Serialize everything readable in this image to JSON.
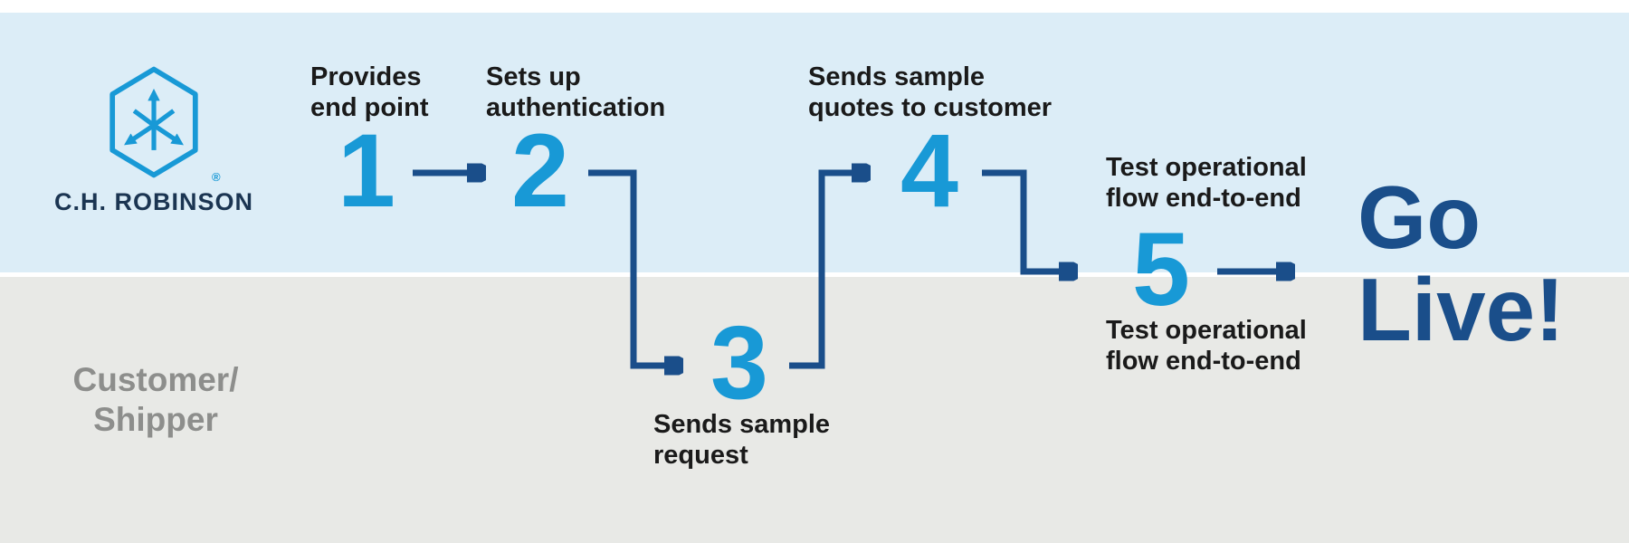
{
  "brand": {
    "wordmark": "C.H. ROBINSON",
    "registered_mark": "®"
  },
  "customer_lane_label": "Customer/\nShipper",
  "steps": [
    {
      "number": "1",
      "label": "Provides\nend point",
      "lane": "C.H. Robinson"
    },
    {
      "number": "2",
      "label": "Sets up\nauthentication",
      "lane": "C.H. Robinson"
    },
    {
      "number": "3",
      "label": "Sends sample\nrequest",
      "lane": "Customer/Shipper"
    },
    {
      "number": "4",
      "label": "Sends sample\nquotes to customer",
      "lane": "C.H. Robinson"
    },
    {
      "number": "5",
      "label_above": "Test operational\nflow end-to-end",
      "label_below": "Test operational\nflow end-to-end",
      "lane": "both"
    }
  ],
  "go_live_label": "Go\nLive!",
  "colors": {
    "top_lane_background": "#dcedf7",
    "bottom_lane_background": "#e8e9e6",
    "step_number_blue": "#1899d6",
    "arrow_navy": "#1a4e8a",
    "go_live_navy": "#1a4e8a",
    "label_text": "#1a1a1a",
    "customer_label_gray": "#8d8e8c",
    "brand_wordmark_navy": "#1b3552"
  }
}
